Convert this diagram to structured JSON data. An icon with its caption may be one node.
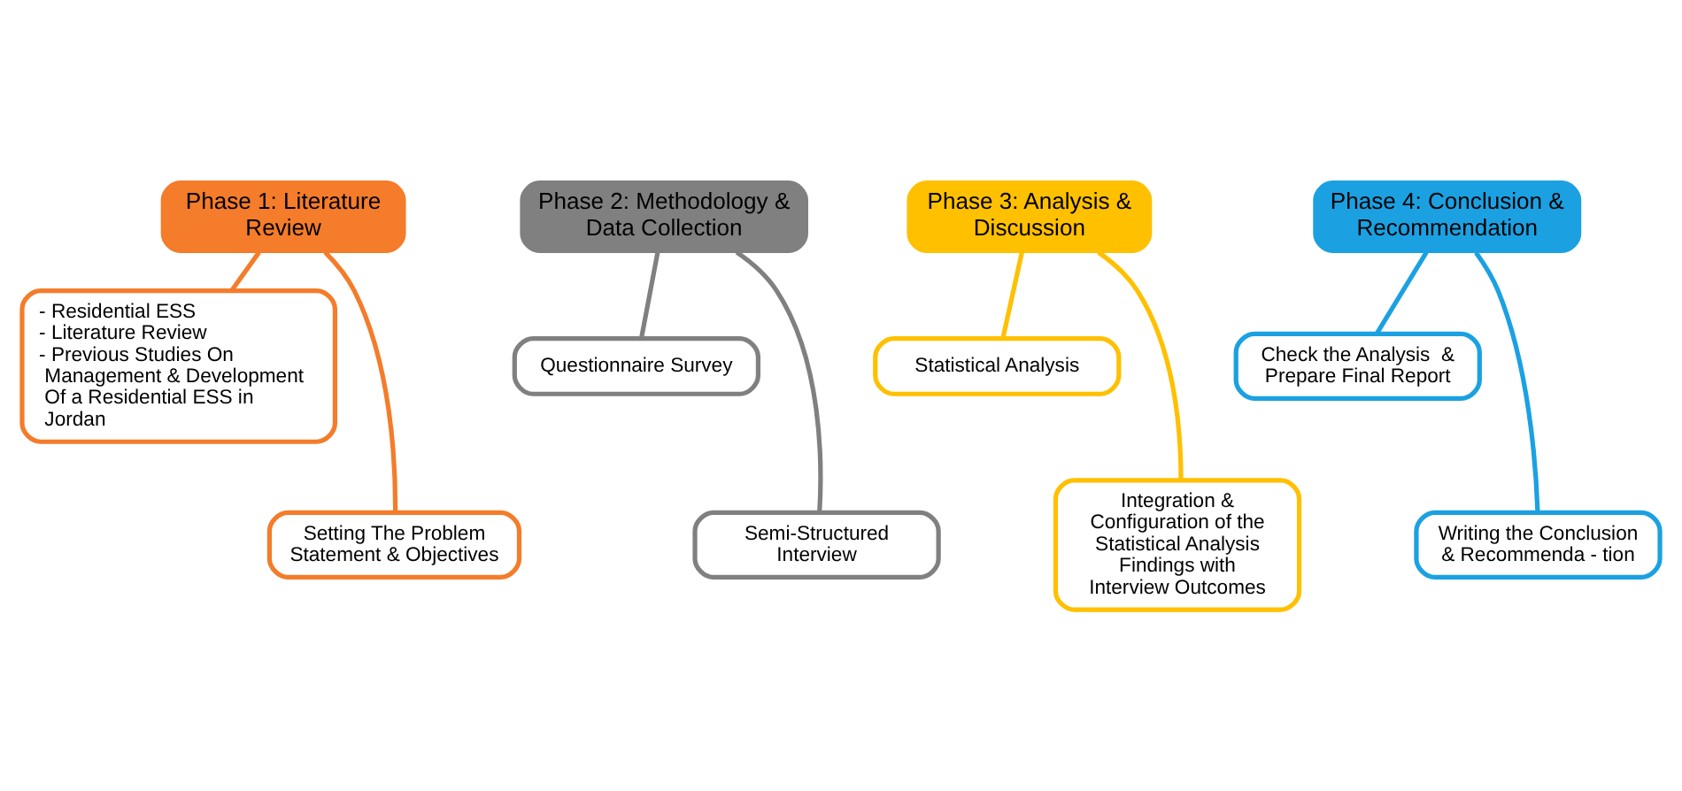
{
  "diagram": {
    "nodes": [
      {
        "text": [
          "Phase 1: Literature Review"
        ]
      },
      {
        "text": [
          "Phase 2: Methodology & Data Collection"
        ]
      },
      {
        "text": [
          "Phase 3: Analysis & Discussion"
        ]
      },
      {
        "text": [
          "Phase 4: Conclusion & Recommendation"
        ]
      },
      {
        "text": [
          "- Residential ESS",
          "- Literature Review",
          "- Previous Studies On Management & Development Of a Residential ESS in Jordan"
        ]
      },
      {
        "text": [
          "Setting The Problem Statement & Objectives"
        ]
      },
      {
        "text": [
          "Questionnaire Survey"
        ]
      },
      {
        "text": [
          "Semi-Structured Interview"
        ]
      },
      {
        "text": [
          "Statistical Analysis"
        ]
      },
      {
        "text": [
          "Integration & Configuration of the Statistical Analysis Findings with Interview Outcomes"
        ]
      },
      {
        "text": [
          "Check the Analysis  & Prepare Final Report"
        ]
      },
      {
        "text": [
          "Writing the Conclusion & Recommenda - tion"
        ]
      }
    ],
    "edges": [
      {
        "from": 0,
        "to": 4,
        "arrow": "none",
        "color": "#f47c2a"
      },
      {
        "from": 0,
        "to": 5,
        "arrow": "none",
        "color": "#f47c2a"
      },
      {
        "from": 1,
        "to": 6,
        "arrow": "none",
        "color": "#808080"
      },
      {
        "from": 1,
        "to": 7,
        "arrow": "none",
        "color": "#808080"
      },
      {
        "from": 2,
        "to": 8,
        "arrow": "none",
        "color": "#ffc000"
      },
      {
        "from": 2,
        "to": 9,
        "arrow": "none",
        "color": "#ffc000"
      },
      {
        "from": 3,
        "to": 10,
        "arrow": "none",
        "color": "#1ba1e2"
      },
      {
        "from": 3,
        "to": 11,
        "arrow": "none",
        "color": "#1ba1e2"
      }
    ]
  }
}
